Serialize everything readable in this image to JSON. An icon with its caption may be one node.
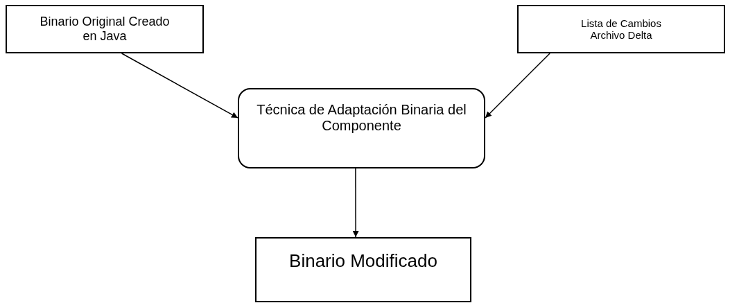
{
  "diagram": {
    "nodes": [
      {
        "text": [
          "Binario Original Creado en Java"
        ]
      },
      {
        "text": [
          "Lista de Cambios Archivo Delta"
        ]
      },
      {
        "text": [
          "Técnica de Adaptación Binaria del Componente"
        ]
      },
      {
        "text": [
          "Binario Modificado"
        ]
      }
    ],
    "edges": [
      {
        "from": 0,
        "to": 2,
        "arrow": "to"
      },
      {
        "from": 1,
        "to": 2,
        "arrow": "to"
      },
      {
        "from": 2,
        "to": 3,
        "arrow": "to"
      }
    ]
  }
}
